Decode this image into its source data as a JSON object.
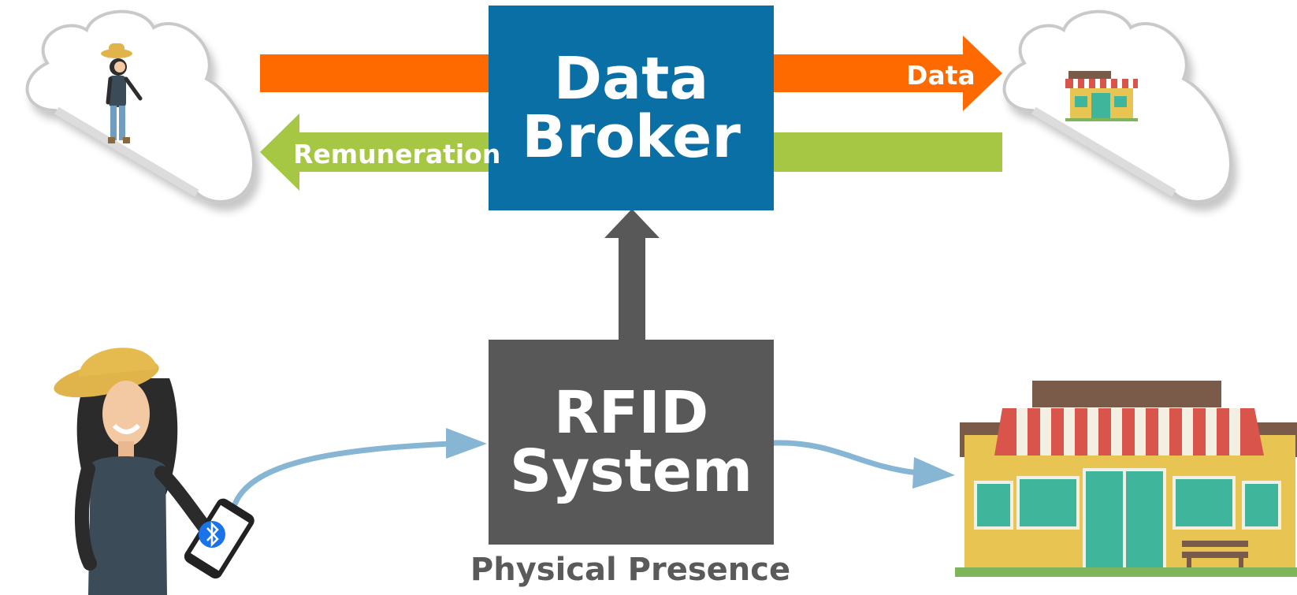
{
  "diagram": {
    "nodes": {
      "data_broker": {
        "line1": "Data",
        "line2": "Broker"
      },
      "rfid_system": {
        "line1": "RFID",
        "line2": "System"
      }
    },
    "edge_labels": {
      "data": "Data",
      "remuneration": "Remuneration"
    },
    "caption": "Physical Presence",
    "icons": [
      "person-in-cloud-icon",
      "store-in-cloud-icon",
      "person-with-phone-icon",
      "bluetooth-icon",
      "store-icon"
    ],
    "colors": {
      "broker_box": "#0a6fa5",
      "rfid_box": "#585858",
      "data_arrow": "#ff6a00",
      "remuneration_arrow": "#a6c744",
      "up_arrow": "#585858",
      "signal_curve": "#86b6d4",
      "caption_text": "#5a5a5a"
    }
  }
}
